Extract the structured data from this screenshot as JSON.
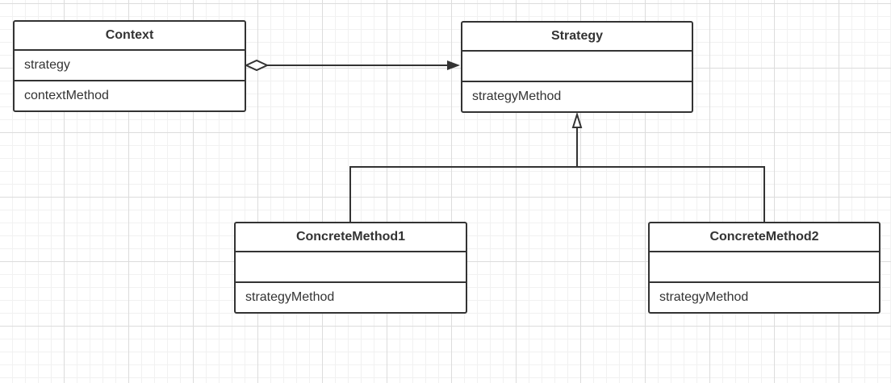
{
  "colors": {
    "stroke": "#333333",
    "text": "#333333",
    "box_fill": "#ffffff",
    "background": "#ffffff",
    "grid": "#dcdcdc"
  },
  "classes": {
    "context": {
      "name": "Context",
      "attribute": "strategy",
      "method": "contextMethod"
    },
    "strategy": {
      "name": "Strategy",
      "attribute": "",
      "method": "strategyMethod"
    },
    "concrete1": {
      "name": "ConcreteMethod1",
      "attribute": "",
      "method": "strategyMethod"
    },
    "concrete2": {
      "name": "ConcreteMethod2",
      "attribute": "",
      "method": "strategyMethod"
    }
  },
  "relations": [
    {
      "type": "aggregation",
      "from": "context",
      "to": "strategy"
    },
    {
      "type": "realization",
      "from": "concrete1",
      "to": "strategy"
    },
    {
      "type": "realization",
      "from": "concrete2",
      "to": "strategy"
    }
  ]
}
